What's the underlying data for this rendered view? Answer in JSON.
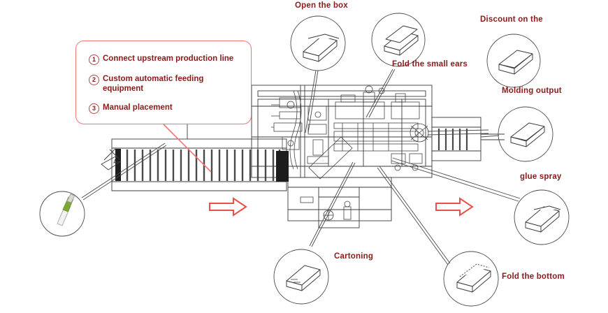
{
  "diagram": {
    "title": "Automatic cartoning machine process flow layout",
    "background_color": "#ffffff",
    "line_color": "#3a3a3a",
    "accent_red": "#8B1A1A",
    "callout_border": "#F2756F",
    "arrow_color": "#E8504A"
  },
  "callout_box": {
    "items": [
      {
        "number": "1",
        "label": "Connect upstream production line"
      },
      {
        "number": "2",
        "label": "Custom automatic feeding equipment"
      },
      {
        "number": "3",
        "label": "Manual placement"
      }
    ]
  },
  "stations": [
    {
      "id": "open-the-box",
      "label": "Open the box",
      "icon": "open-carton-box-icon"
    },
    {
      "id": "fold-small-ears",
      "label": "Fold the small ears",
      "icon": "folded-carton-box-icon"
    },
    {
      "id": "discount-on-the",
      "label": "Discount on the",
      "icon": "closed-carton-box-icon"
    },
    {
      "id": "molding-output",
      "label": "Molding output",
      "icon": "closed-carton-box-icon"
    },
    {
      "id": "glue-spray",
      "label": "glue spray",
      "icon": "glued-carton-box-icon"
    },
    {
      "id": "fold-the-bottom",
      "label": "Fold the bottom",
      "icon": "bottom-fold-box-icon"
    },
    {
      "id": "cartoning",
      "label": "Cartoning",
      "icon": "cartoning-box-icon"
    },
    {
      "id": "product-infeed",
      "label": "",
      "icon": "product-tube-icon"
    }
  ],
  "flow_arrows": [
    {
      "id": "arrow-infeed",
      "direction": "right"
    },
    {
      "id": "arrow-outfeed",
      "direction": "right"
    }
  ]
}
